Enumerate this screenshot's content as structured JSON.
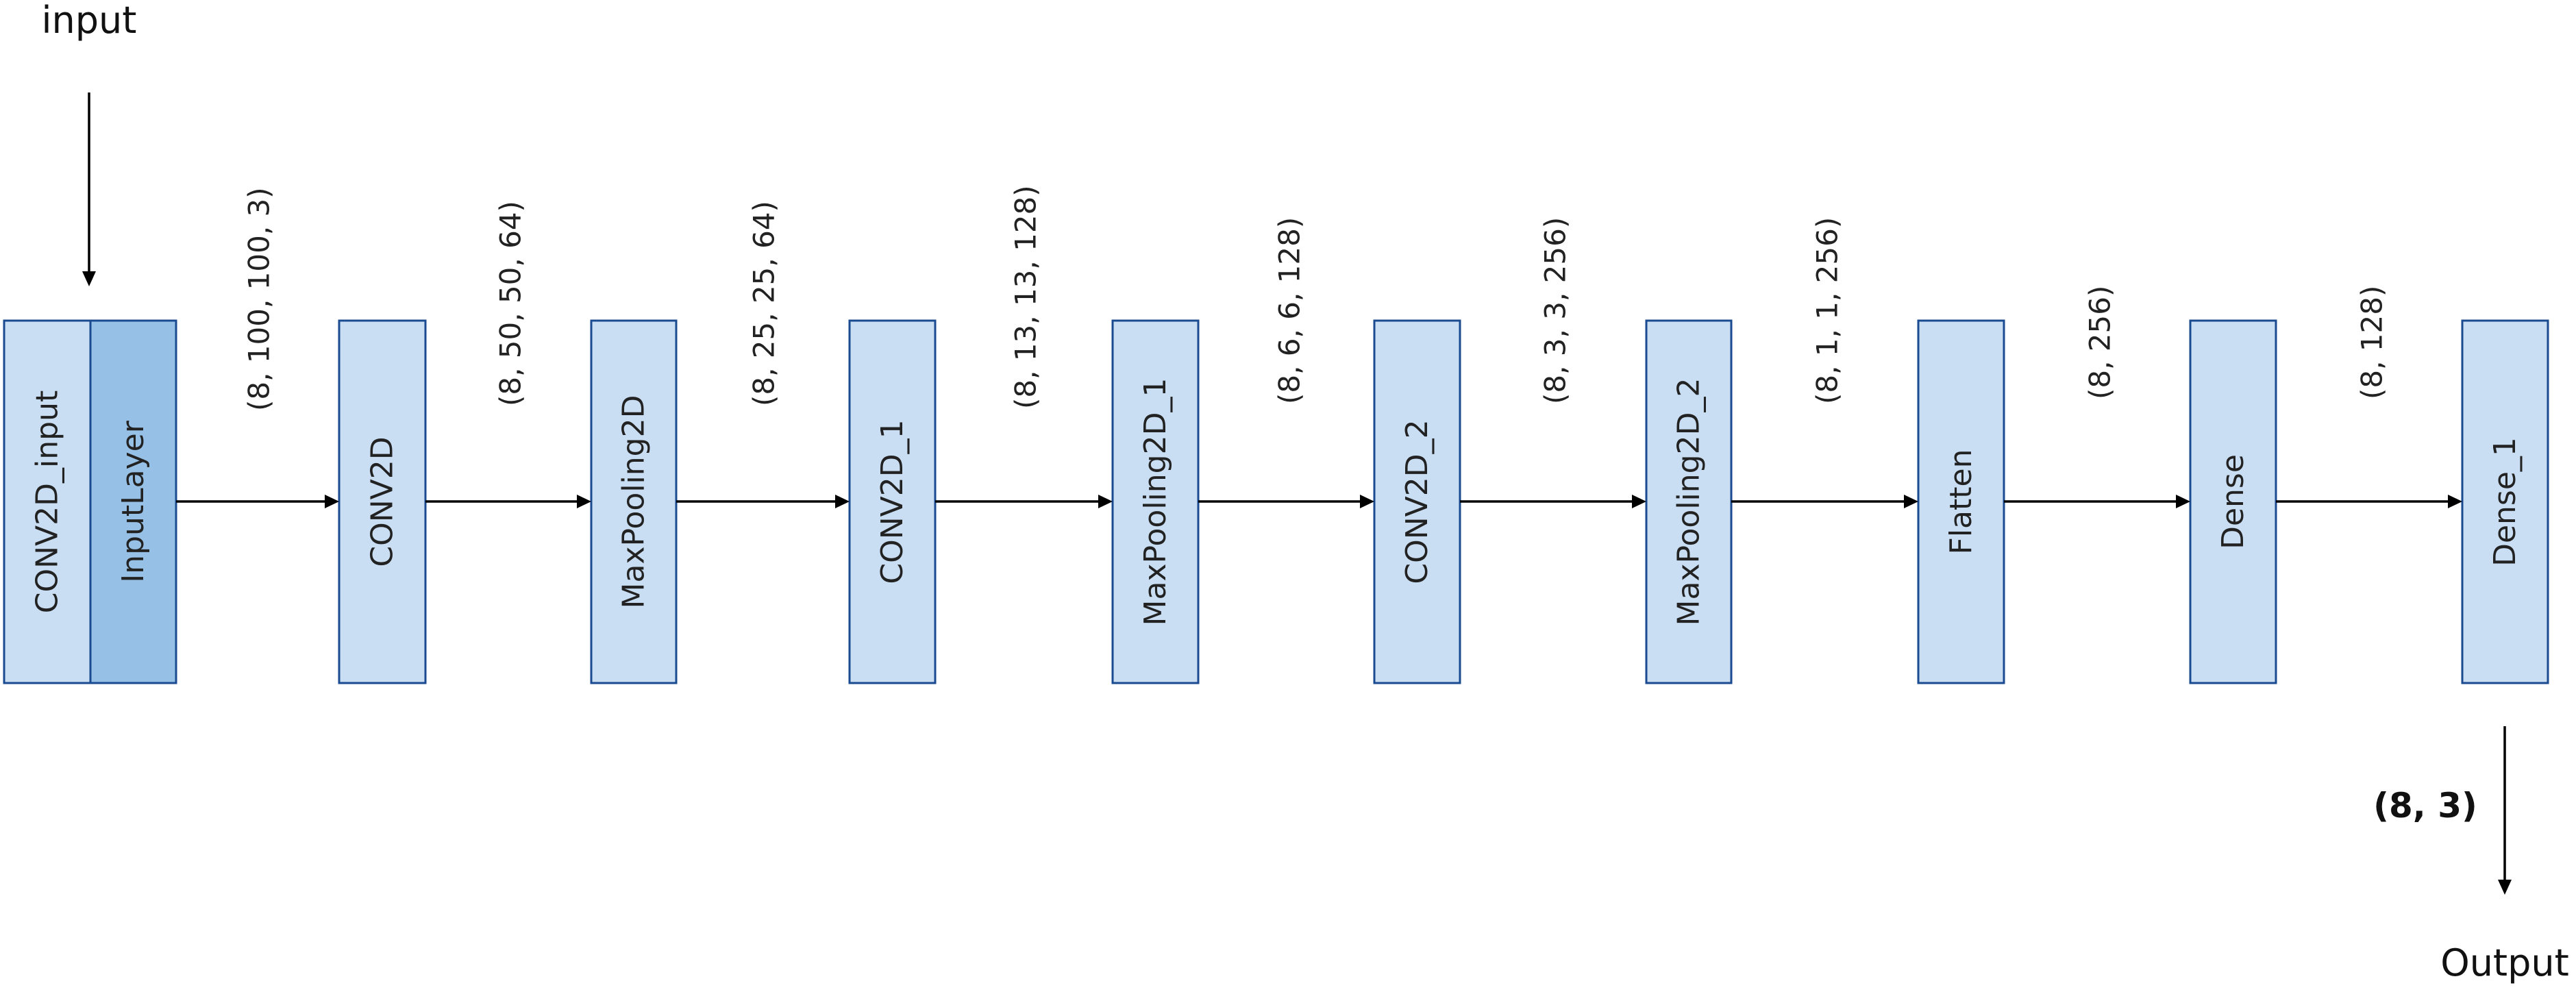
{
  "input_label": "input",
  "output_label": "Output",
  "output_shape": "(8, 3)",
  "colors": {
    "box_fill": "#c9def2",
    "box_fill_dark": "#97c0e6",
    "box_stroke": "#1a4a8f",
    "arrow": "#000000"
  },
  "layers": [
    {
      "label": "CONV2D_input"
    },
    {
      "label": "InputLayer"
    },
    {
      "label": "CONV2D"
    },
    {
      "label": "MaxPooling2D"
    },
    {
      "label": "CONV2D_1"
    },
    {
      "label": "MaxPooling2D_1"
    },
    {
      "label": "CONV2D_2"
    },
    {
      "label": "MaxPooling2D_2"
    },
    {
      "label": "Flatten"
    },
    {
      "label": "Dense"
    },
    {
      "label": "Dense_1"
    }
  ],
  "connections": [
    {
      "shape": "(8, 100, 100, 3)"
    },
    {
      "shape": "(8, 50, 50, 64)"
    },
    {
      "shape": "(8, 25, 25, 64)"
    },
    {
      "shape": "(8, 13, 13, 128)"
    },
    {
      "shape": "(8, 6, 6, 128)"
    },
    {
      "shape": "(8, 3, 3, 256)"
    },
    {
      "shape": "(8, 1, 1, 256)"
    },
    {
      "shape": "(8, 256)"
    },
    {
      "shape": "(8, 128)"
    }
  ]
}
